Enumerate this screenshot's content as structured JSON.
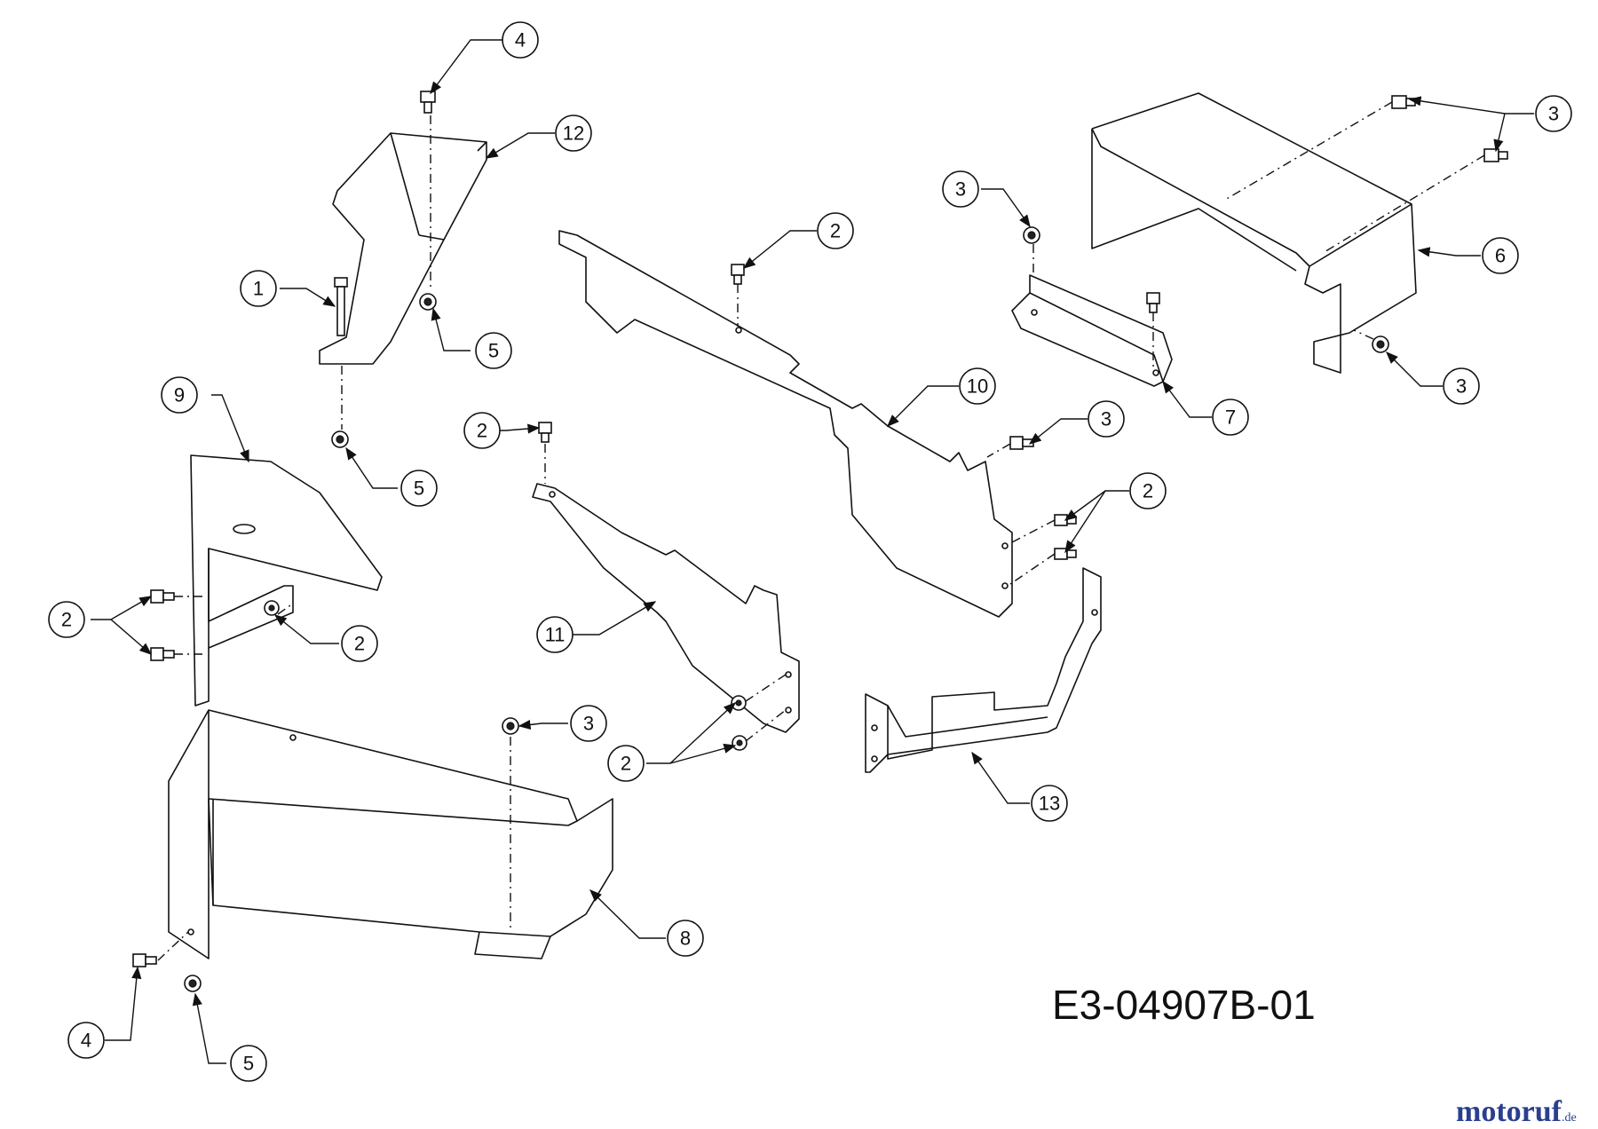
{
  "drawing_code": "E3-04907B-01",
  "watermark": {
    "brand": "motoruf",
    "suffix": ".de",
    "color": "#2a3f8f"
  },
  "callouts": [
    "4",
    "12",
    "1",
    "5",
    "5",
    "9",
    "2",
    "2",
    "2",
    "3",
    "8",
    "4",
    "5",
    "2",
    "11",
    "2",
    "2",
    "10",
    "3",
    "2",
    "3",
    "7",
    "3",
    "3",
    "6",
    "3",
    "13"
  ]
}
